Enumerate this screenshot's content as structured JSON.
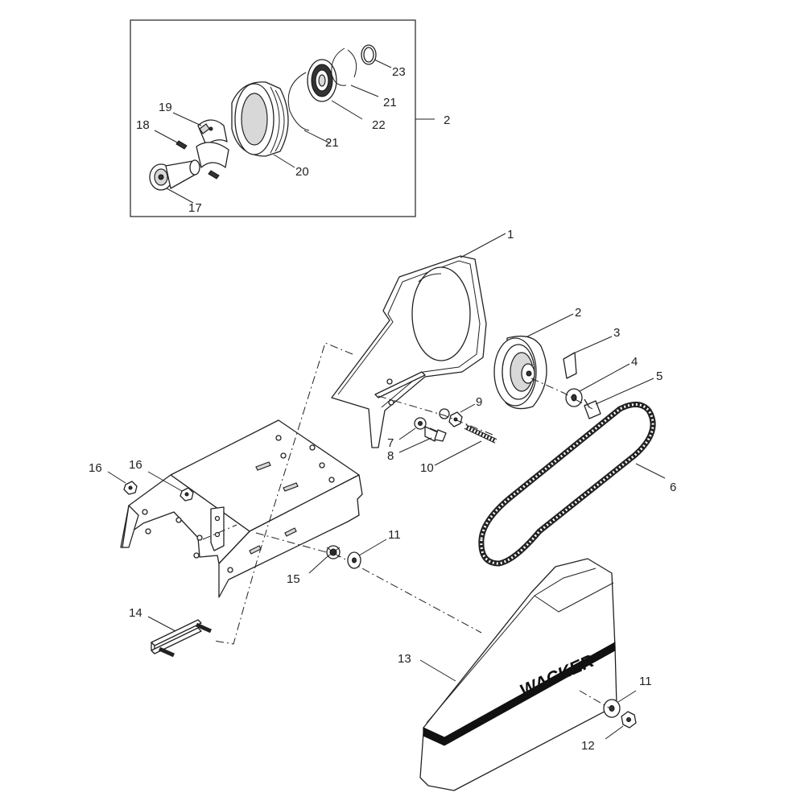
{
  "diagram": {
    "logo": "WACKER",
    "callouts": {
      "c1": "1",
      "c2_main": "2",
      "c2_detail": "2",
      "c3": "3",
      "c4": "4",
      "c5": "5",
      "c6": "6",
      "c7": "7",
      "c8": "8",
      "c9": "9",
      "c10": "10",
      "c11a": "11",
      "c11b": "11",
      "c12": "12",
      "c13": "13",
      "c14": "14",
      "c15": "15",
      "c16a": "16",
      "c16b": "16",
      "c17": "17",
      "c18": "18",
      "c19": "19",
      "c20": "20",
      "c21a": "21",
      "c21b": "21",
      "c22": "22",
      "c23": "23"
    }
  }
}
